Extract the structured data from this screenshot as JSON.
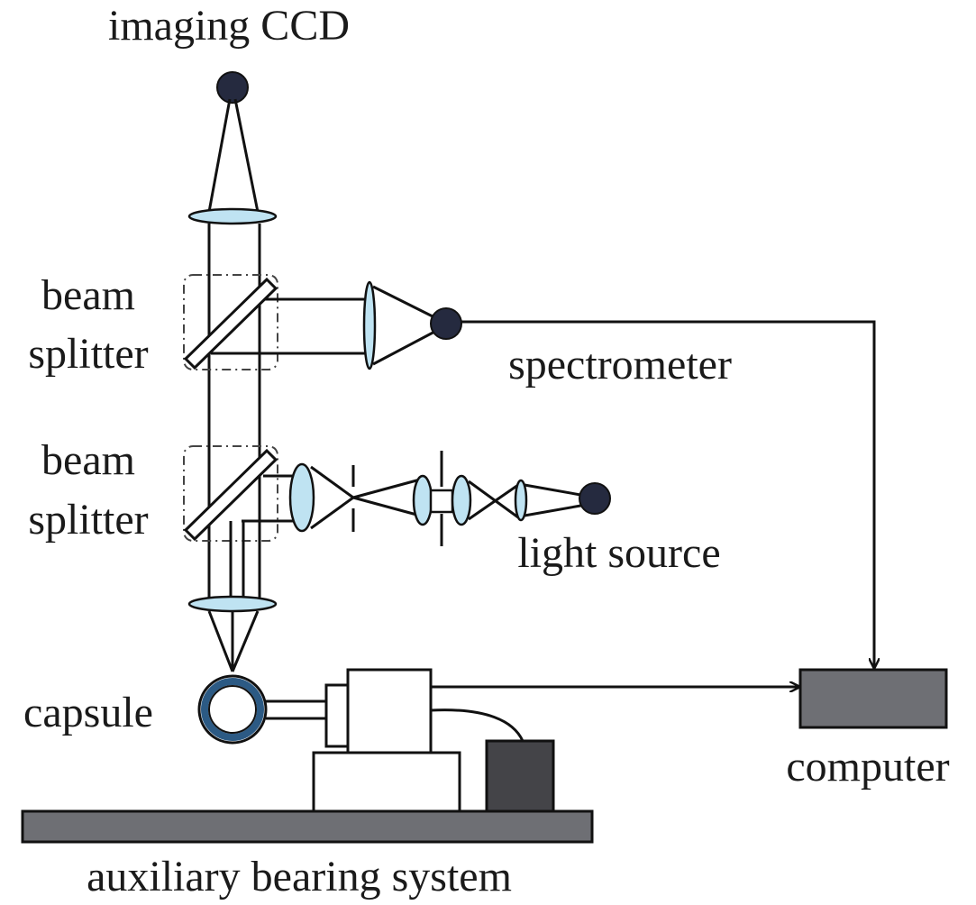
{
  "labels": {
    "imaging_ccd": "imaging CCD",
    "beam_splitter_1_line1": "beam",
    "beam_splitter_1_line2": "splitter",
    "beam_splitter_2_line1": "beam",
    "beam_splitter_2_line2": "splitter",
    "spectrometer": "spectrometer",
    "light_source": "light source",
    "capsule": "capsule",
    "computer": "computer",
    "auxiliary_bearing_system": "auxiliary bearing system"
  },
  "colors": {
    "lens_fill": "#bfe3f2",
    "detector_fill": "#252a3f",
    "computer_fill": "#6e6f74",
    "platform_fill": "#6e6f74",
    "motor_fill": "#444448"
  }
}
